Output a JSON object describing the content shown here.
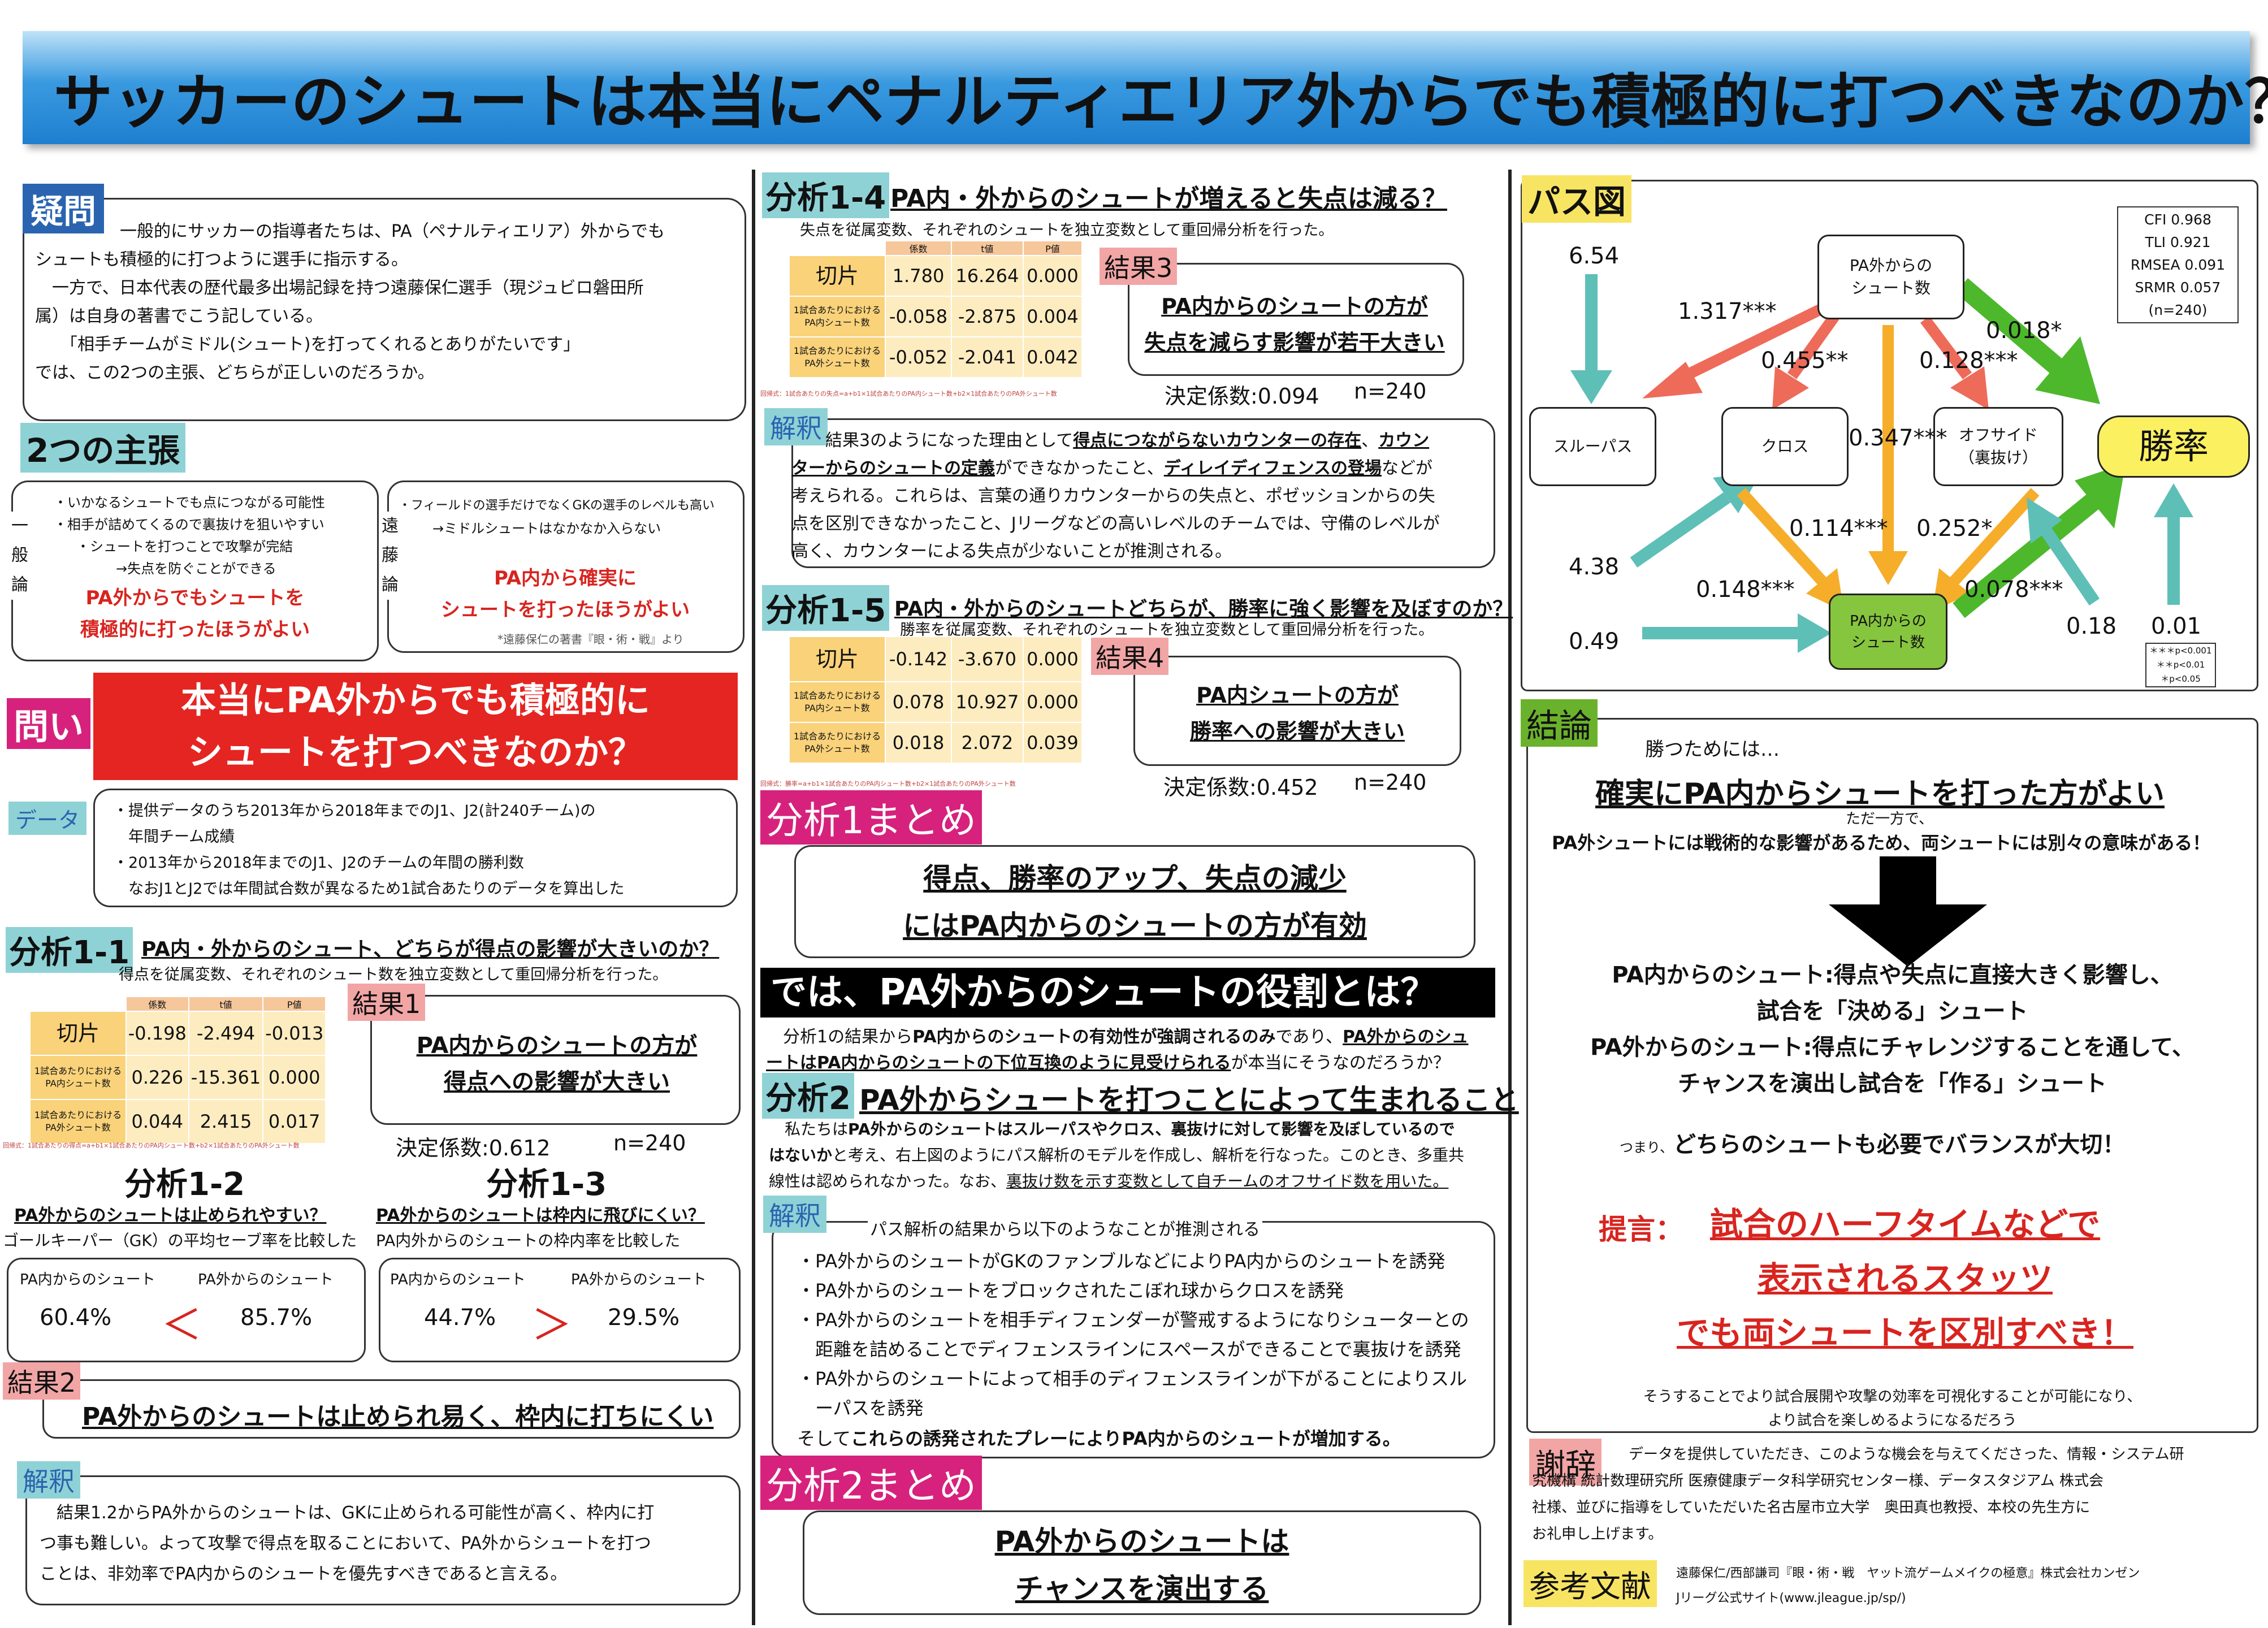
{
  "title": "サッカーのシュートは本当にペナルティエリア外からでも積極的に打つべきなのか？",
  "question": {
    "label": "疑問",
    "lines": [
      "　　　　　一般的にサッカーの指導者たちは、PA（ペナルティエリア）外からでも",
      "シュートも積極的に打つように選手に指示する。",
      "　一方で、日本代表の歴代最多出場記録を持つ遠藤保仁選手（現ジュビロ磐田所",
      "属）は自身の著書でこう記している。",
      "　　「相手チームがミドル(シュート)を打ってくれるとありがたいです」",
      "では、この2つの主張、どちらが正しいのだろうか。"
    ]
  },
  "claims": {
    "label": "2つの主張",
    "general": {
      "side": "一般論",
      "lines": [
        "・いかなるシュートでも点につながる可能性",
        "・相手が詰めてくるので裏抜けを狙いやすい",
        "・シュートを打つことで攻撃が完結",
        "→失点を防ぐことができる"
      ],
      "red": [
        "PA外からでもシュートを",
        "積極的に打ったほうがよい"
      ]
    },
    "endo": {
      "side": "遠藤論",
      "lines": [
        "・フィールドの選手だけでなくGKの選手のレベルも高い",
        "→ミドルシュートはなかなか入らない"
      ],
      "red": [
        "PA内から確実に",
        "シュートを打ったほうがよい"
      ],
      "note": "*遠藤保仁の著書『眼・術・戦』より"
    }
  },
  "ask": {
    "label": "問い",
    "lines": [
      "本当にPA外からでも積極的に",
      "シュートを打つべきなのか？"
    ]
  },
  "data": {
    "label": "データ",
    "lines": [
      "・提供データのうち2013年から2018年までのJ1、J2(計240チーム)の",
      "　年間チーム成績",
      "・2013年から2018年までのJ1、J2のチームの年間の勝利数",
      "　なおJ1とJ2では年間試合数が異なるため1試合あたりのデータを算出した"
    ]
  },
  "a11": {
    "label": "分析1-1",
    "heading": "PA内・外からのシュート、どちらが得点の影響が大きいのか？",
    "desc": "得点を従属変数、それぞれのシュート数を独立変数として重回帰分析を行った。",
    "table": {
      "headers": [
        "係数",
        "t値",
        "P値"
      ],
      "rows": [
        [
          "切片",
          "-0.198",
          "-2.494",
          "-0.013"
        ],
        [
          "1試合あたりにおける\nPA内シュート数",
          "0.226",
          "-15.361",
          "0.000"
        ],
        [
          "1試合あたりにおける\nPA外シュート数",
          "0.044",
          "2.415",
          "0.017"
        ]
      ]
    },
    "formula": "回帰式：1試合あたりの得点=a+b1×1試合あたりのPA内シュート数+b2×1試合あたりのPA外シュート数",
    "result_label": "結果1",
    "result": [
      "PA内からのシュートの方が",
      "得点への影響が大きい"
    ],
    "r2": "決定係数:0.612",
    "n": "n=240"
  },
  "a12": {
    "label": "分析1-2",
    "heading": "PA外からのシュートは止められやすい？",
    "desc": "ゴールキーパー（GK）の平均セーブ率を比較した",
    "c1": "PA内からのシュート",
    "c2": "PA外からのシュート",
    "v1": "60.4%",
    "v2": "85.7%",
    "cmp": "＜"
  },
  "a13": {
    "label": "分析1-3",
    "heading": "PA外からのシュートは枠内に飛びにくい？",
    "desc": "PA内外からのシュートの枠内率を比較した",
    "c1": "PA内からのシュート",
    "c2": "PA外からのシュート",
    "v1": "44.7%",
    "v2": "29.5%",
    "cmp": "＞"
  },
  "r2box": {
    "label": "結果2",
    "text": "PA外からのシュートは止められ易く、枠内に打ちにくい"
  },
  "interp1": {
    "label": "解釈",
    "lines": [
      "　結果1.2からPA外からのシュートは、GKに止められる可能性が高く、枠内に打",
      "つ事も難しい。よって攻撃で得点を取ることにおいて、PA外からシュートを打つ",
      "ことは、非効率でPA内からのシュートを優先すべきであると言える。"
    ]
  },
  "a14": {
    "label": "分析1-4",
    "heading": "PA内・外からのシュートが増えると失点は減る？",
    "desc": "失点を従属変数、それぞれのシュートを独立変数として重回帰分析を行った。",
    "table": {
      "headers": [
        "係数",
        "t値",
        "P値"
      ],
      "rows": [
        [
          "切片",
          "1.780",
          "16.264",
          "0.000"
        ],
        [
          "1試合あたりにおける\nPA内シュート数",
          "-0.058",
          "-2.875",
          "0.004"
        ],
        [
          "1試合あたりにおける\nPA外シュート数",
          "-0.052",
          "-2.041",
          "0.042"
        ]
      ]
    },
    "formula": "回帰式：1試合あたりの失点=a+b1×1試合あたりのPA内シュート数+b2×1試合あたりのPA外シュート数",
    "result_label": "結果3",
    "result": [
      "PA内からのシュートの方が",
      "失点を減らす影響が若干大きい"
    ],
    "r2": "決定係数:0.094",
    "n": "n=240"
  },
  "interp2": {
    "label": "解釈",
    "lines": [
      "　　結果3のようになった理由として得点につながらないカウンターの存在、カウン",
      "ターからのシュートの定義ができなかったこと、ディレイディフェンスの登場などが",
      "考えられる。これらは、言葉の通りカウンターからの失点と、ポゼッションからの失",
      "点を区別できなかったこと、Jリーグなどの高いレベルのチームでは、守備のレベルが",
      "高く、カウンターによる失点が少ないことが推測される。"
    ]
  },
  "a15": {
    "label": "分析1-5",
    "heading": "PA内・外からのシュートどちらが、勝率に強く影響を及ぼすのか？",
    "desc": "勝率を従属変数、それぞれのシュートを独立変数として重回帰分析を行った。",
    "table": {
      "rows": [
        [
          "切片",
          "-0.142",
          "-3.670",
          "0.000"
        ],
        [
          "1試合あたりにおける\nPA内シュート数",
          "0.078",
          "10.927",
          "0.000"
        ],
        [
          "1試合あたりにおける\nPA外シュート数",
          "0.018",
          "2.072",
          "0.039"
        ]
      ]
    },
    "formula": "回帰式：勝率=a+b1×1試合あたりのPA内シュート数+b2×1試合あたりのPA外シュート数",
    "result_label": "結果4",
    "result": [
      "PA内シュートの方が",
      "勝率への影響が大きい"
    ],
    "r2": "決定係数:0.452",
    "n": "n=240"
  },
  "sum1": {
    "label": "分析1まとめ",
    "lines": [
      "得点、勝率のアップ、失点の減少",
      "にはPA内からのシュートの方が有効"
    ]
  },
  "role": {
    "heading": "では、PA外からのシュートの役割とは？",
    "lines": [
      "　分析1の結果からPA内からのシュートの有効性が強調されるのみであり、PA外からのシュ",
      "ートはPA内からのシュートの下位互換のように見受けられるが本当にそうなのだろうか？"
    ]
  },
  "a2": {
    "label": "分析2",
    "heading": "PA外からシュートを打つことによって生まれること",
    "lines": [
      "　私たちはPA外からのシュートはスルーパスやクロス、裏抜けに対して影響を及ぼしているので",
      "はないかと考え、右上図のようにパス解析のモデルを作成し、解析を行なった。このとき、多重共",
      "線性は認められなかった。なお、裏抜け数を示す変数として自チームのオフサイド数を用いた。"
    ]
  },
  "interp3": {
    "label": "解釈",
    "intro": "パス解析の結果から以下のようなことが推測される",
    "items": [
      "・PA外からのシュートがGKのファンブルなどによりPA内からのシュートを誘発",
      "・PA外からのシュートをブロックされたこぼれ球からクロスを誘発",
      "・PA外からのシュートを相手ディフェンダーが警戒するようになりシューターとの",
      "　距離を詰めることでディフェンスラインにスペースができることで裏抜けを誘発",
      "・PA外からのシュートによって相手のディフェンスラインが下がることによりスル",
      "　ーパスを誘発"
    ],
    "outro": "そしてこれらの誘発されたプレーによりPA内からのシュートが増加する。"
  },
  "sum2": {
    "label": "分析2まとめ",
    "lines": [
      "PA外からのシュートは",
      "チャンスを演出する"
    ]
  },
  "path": {
    "label": "パス図",
    "fit": [
      "CFI 0.968",
      "TLI 0.921",
      "RMSEA 0.091",
      "SRMR 0.057",
      "(n=240)"
    ],
    "nodes": {
      "out": "PA外からの\nシュート数",
      "through": "スルーパス",
      "cross": "クロス",
      "offside": "オフサイド\n（裏抜け）",
      "win": "勝率",
      "in": "PA内からの\nシュート数"
    },
    "coefs": [
      "6.54",
      "1.317***",
      "0.455**",
      "0.347***",
      "0.128***",
      "0.018*",
      "4.38",
      "0.114***",
      "0.252*",
      "0.148***",
      "0.078***",
      "0.49",
      "0.18",
      "0.01"
    ],
    "sig": [
      "＊＊＊p<0.001",
      "＊＊p<0.01",
      "＊p<0.05"
    ]
  },
  "concl": {
    "label": "結論",
    "intro": "勝つためには…",
    "main": "確実にPA内からシュートを打った方がよい",
    "sub1": "ただ一方で、",
    "sub2": "PA外シュートには戦術的な影響があるため、両シュートには別々の意味がある！",
    "body": [
      "PA内からのシュート:得点や失点に直接大きく影響し、",
      "試合を「決める」シュート",
      "PA外からのシュート:得点にチャレンジすることを通して、",
      "チャンスを演出し試合を「作る」シュート"
    ],
    "small": "つまり、",
    "balance": "どちらのシュートも必要でバランスが大切！",
    "prop_label": "提言：",
    "prop": [
      "試合のハーフタイムなどで",
      "表示されるスタッツ",
      "でも両シュートを区別すべき！"
    ],
    "foot": [
      "そうすることでより試合展開や攻撃の効率を可視化することが可能になり、",
      "より試合を楽しめるようになるだろう"
    ]
  },
  "thanks": {
    "label": "謝辞",
    "lines": [
      "　データを提供していただき、このような機会を与えてくださった、情報・システム研",
      "究機構 統計数理研究所 医療健康データ科学研究センター様、データスタジアム 株式会",
      "社様、並びに指導をしていただいた名古屋市立大学　奥田真也教授、本校の先生方に",
      "お礼申し上げます。"
    ]
  },
  "refs": {
    "label": "参考文献",
    "lines": [
      "遠藤保仁/西部謙司『眼・術・戦　ヤット流ゲームメイクの極意』株式会社カンゼン",
      "Jリーグ公式サイト(www.jleague.jp/sp/)"
    ]
  },
  "colors": {
    "blue": "#1e88d8",
    "teal": "#8ed2d6",
    "pink": "#f2a5a5",
    "yellow": "#f8e463",
    "magenta": "#d6227d",
    "red": "#d8241f",
    "green": "#6bb22c",
    "orange": "#f5ad2a",
    "cyan": "#5ebfb7",
    "salmon": "#ee6b5a"
  }
}
